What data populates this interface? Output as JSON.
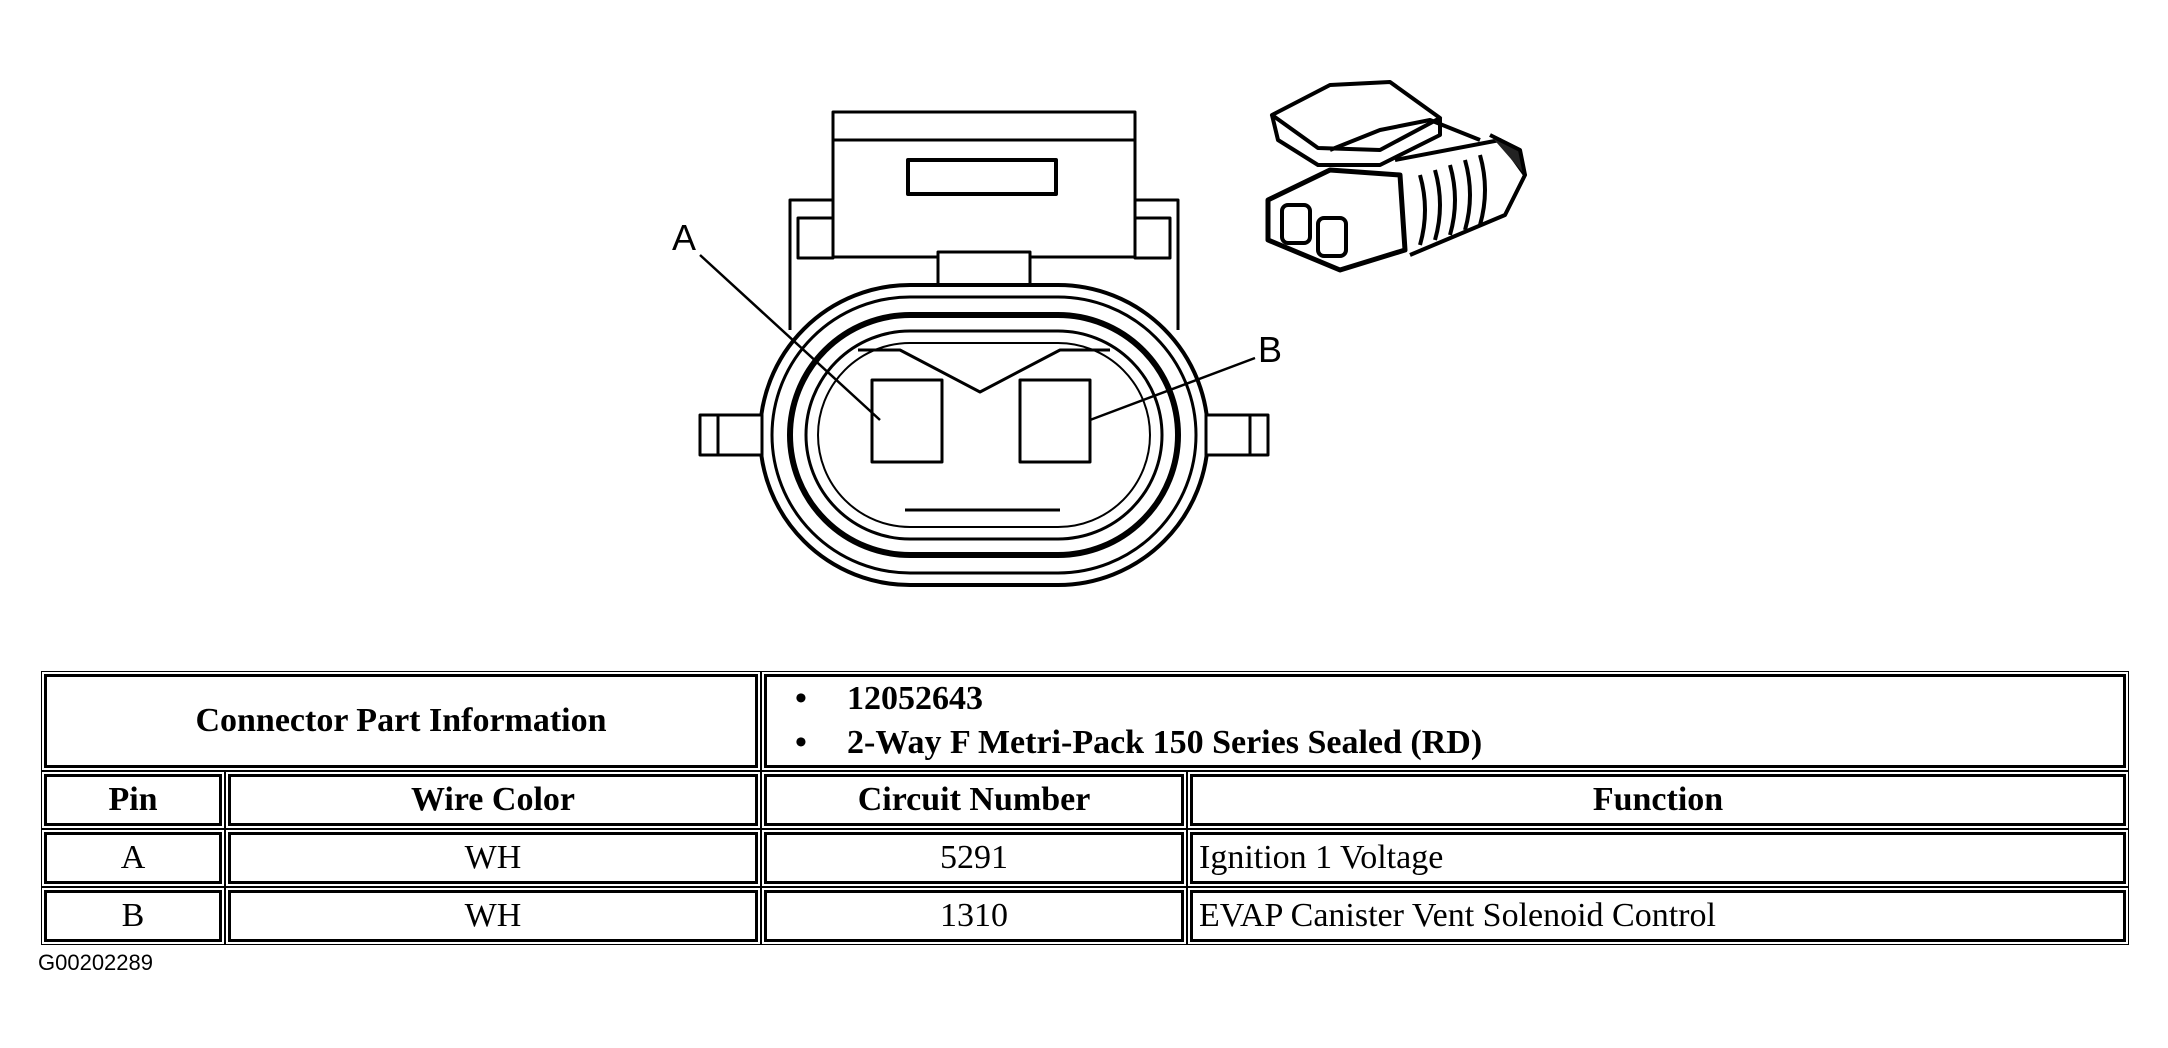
{
  "diagram": {
    "pin_labels": [
      "A",
      "B"
    ]
  },
  "table": {
    "info_label": "Connector Part Information",
    "info_values": [
      "12052643",
      "2-Way F Metri-Pack 150 Series Sealed (RD)"
    ],
    "headers": [
      "Pin",
      "Wire Color",
      "Circuit Number",
      "Function"
    ],
    "rows": [
      {
        "pin": "A",
        "wire_color": "WH",
        "circuit": "5291",
        "function": "Ignition 1 Voltage"
      },
      {
        "pin": "B",
        "wire_color": "WH",
        "circuit": "1310",
        "function": "EVAP Canister Vent Solenoid Control"
      }
    ]
  },
  "figure_id": "G00202289"
}
